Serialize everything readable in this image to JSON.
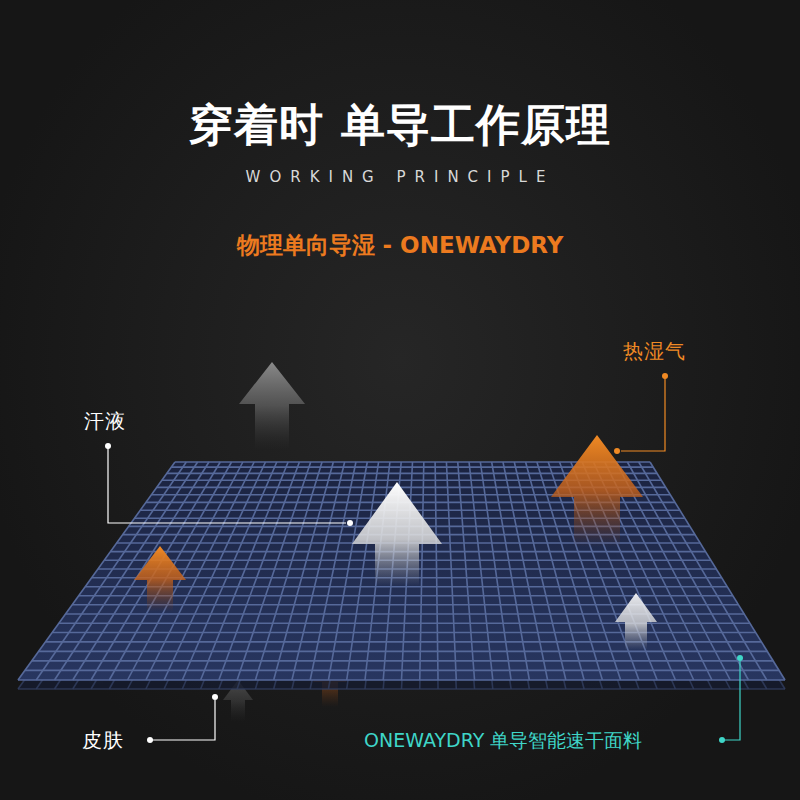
{
  "diagram": {
    "title": "穿着时 单导工作原理",
    "labels": [
      "WORKING PRINCIPLE",
      "物理单向导湿 - ONEWAYDRY",
      "热湿气",
      "汗液",
      "皮肤",
      "ONEWAYDRY 单导智能速干面料"
    ]
  }
}
